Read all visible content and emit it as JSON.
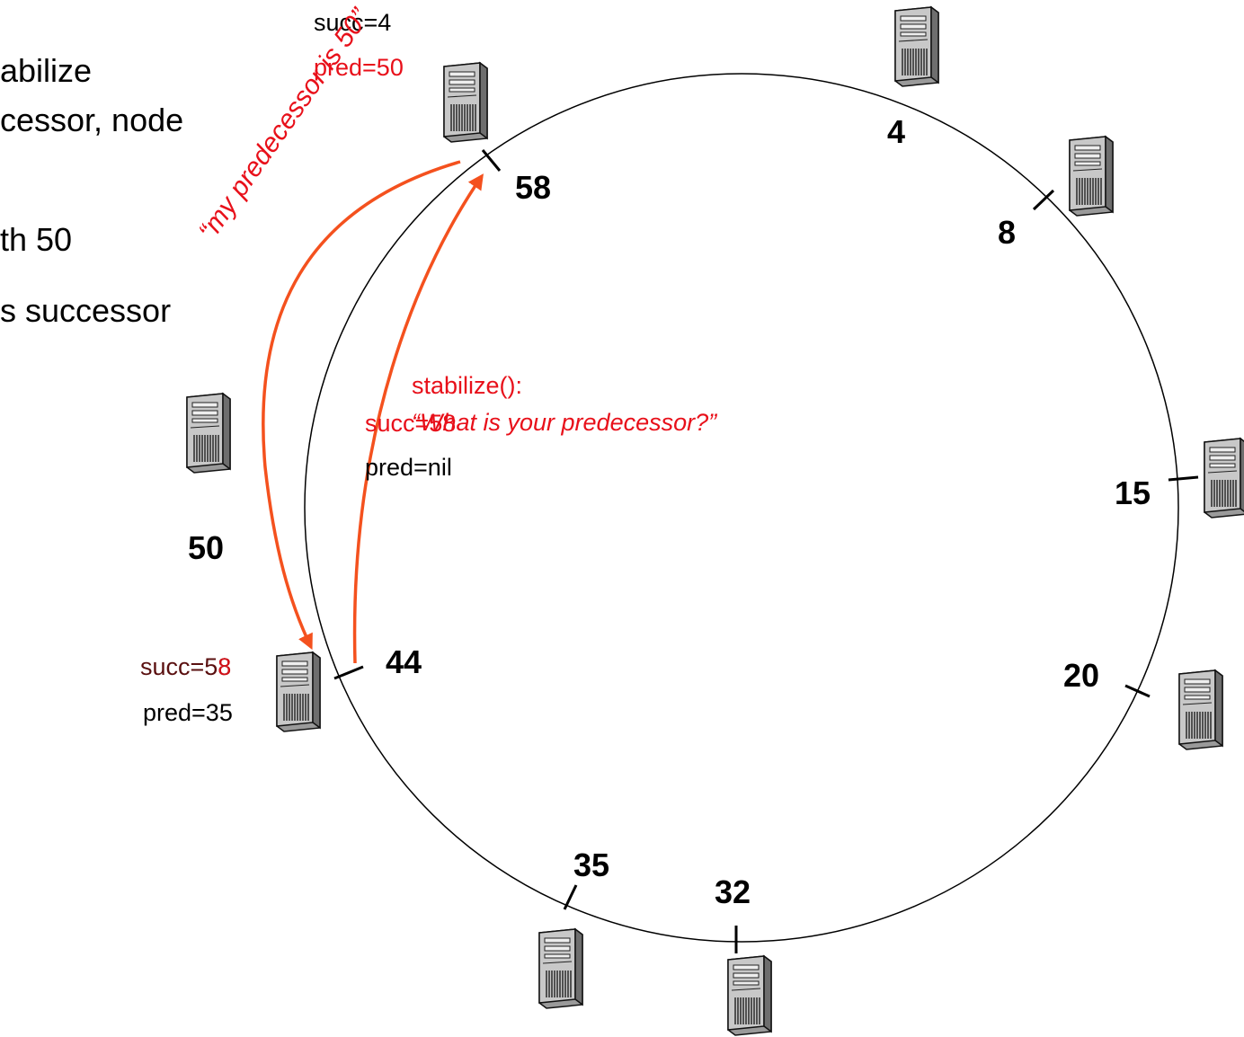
{
  "bullets": {
    "line1": "abilize",
    "line2": "cessor, node",
    "line3": "th 50",
    "line4": "s successor"
  },
  "nodes": {
    "n4": "4",
    "n8": "8",
    "n15": "15",
    "n20": "20",
    "n32": "32",
    "n35": "35",
    "n44": "44",
    "n50": "50",
    "n58": "58"
  },
  "node58_state": {
    "succ": "succ=4",
    "pred": "pred=50"
  },
  "node50_state": {
    "succ": "succ=58",
    "pred": "pred=nil"
  },
  "node44_state": {
    "succ_old": "succ=58",
    "succ_strike": "8",
    "pred": "pred=35"
  },
  "messages": {
    "reply": "“my predecessor is 50”",
    "stabilize_call": "stabilize():",
    "stabilize_question": "“What is your predecessor?”"
  },
  "colors": {
    "state_red": "#e8101a",
    "arrow_orange": "#f4511e",
    "ring": "#000000"
  },
  "icons": {
    "server": "server-tower-icon"
  }
}
